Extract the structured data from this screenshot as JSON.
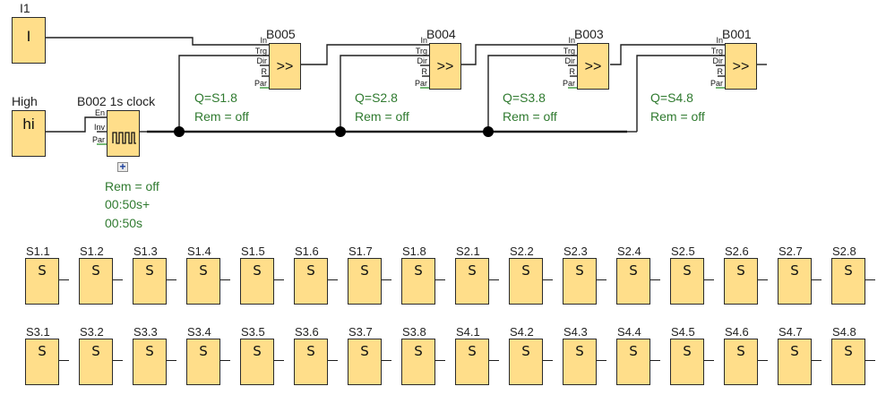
{
  "colors": {
    "block_fill": "#FFDE8A",
    "param_text": "#2F7A2F",
    "wire": "#1e1e1e",
    "par_pin": "#3a9a3a"
  },
  "inputs": [
    {
      "label": "I1",
      "symbol": "I"
    },
    {
      "label": "High",
      "symbol": "hi"
    }
  ],
  "clock": {
    "title": "B002 1s clock",
    "pins": [
      "En",
      "Inv",
      "Par"
    ],
    "expand_button": "+",
    "remanence": "Rem = off",
    "on_time": "00:50s+",
    "off_time": "00:50s"
  },
  "shift_register_pins": [
    "In",
    "Trg",
    "Dir",
    "R",
    "Par"
  ],
  "shift_registers": [
    {
      "title": "B005",
      "symbol": ">>",
      "output": "Q=S1.8",
      "remanence": "Rem = off"
    },
    {
      "title": "B004",
      "symbol": ">>",
      "output": "Q=S2.8",
      "remanence": "Rem = off"
    },
    {
      "title": "B003",
      "symbol": ">>",
      "output": "Q=S3.8",
      "remanence": "Rem = off"
    },
    {
      "title": "B001",
      "symbol": ">>",
      "output": "Q=S4.8",
      "remanence": "Rem = off"
    }
  ],
  "flags": {
    "symbol": "S",
    "rows": [
      [
        "S1.1",
        "S1.2",
        "S1.3",
        "S1.4",
        "S1.5",
        "S1.6",
        "S1.7",
        "S1.8",
        "S2.1",
        "S2.2",
        "S2.3",
        "S2.4",
        "S2.5",
        "S2.6",
        "S2.7",
        "S2.8"
      ],
      [
        "S3.1",
        "S3.2",
        "S3.3",
        "S3.4",
        "S3.5",
        "S3.6",
        "S3.7",
        "S3.8",
        "S4.1",
        "S4.2",
        "S4.3",
        "S4.4",
        "S4.5",
        "S4.6",
        "S4.7",
        "S4.8"
      ]
    ]
  }
}
